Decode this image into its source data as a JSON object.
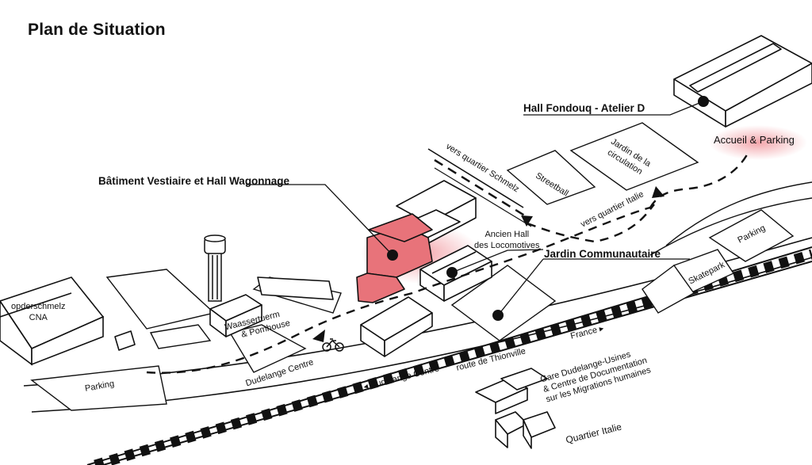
{
  "title": "Plan de Situation",
  "colors": {
    "highlight": "#e8737a",
    "glow": "#f2a0a6",
    "ink": "#111111",
    "background": "#ffffff"
  },
  "labels": {
    "hall_fondouq": "Hall Fondouq - Atelier D",
    "accueil": "Accueil & Parking",
    "vestiaire": "Bâtiment Vestiaire et Hall Wagonnage",
    "ancien_hall_1": "Ancien Hall",
    "ancien_hall_2": "des Locomotives",
    "jardin_communautaire": "Jardin Communautaire",
    "quartier_schmelz": "vers quartier Schmelz",
    "quartier_italie": "vers quartier Italie",
    "streetball": "Streetball",
    "jardin_circulation_1": "Jardin de la",
    "jardin_circulation_2": "circulation",
    "parking_right": "Parking",
    "skatepark": "Skatepark",
    "opderschmelz_1": "opderschmelz",
    "opderschmelz_2": "CNA",
    "waassertuerm_1": "Waassertuerm",
    "waassertuerm_2": "& Pomhouse",
    "parking_left": "Parking",
    "dudelange_centre_path": "Dudelange Centre",
    "dudelange_centre_road": "◂  Dudelange Centre",
    "route_thionville": "route de Thionville",
    "france": "France  ▸",
    "gare_1": "Gare Dudelange-Usines",
    "gare_2": "& Centre de Documentation",
    "gare_3": "sur les Migrations humaines",
    "quartier_italie_bottom": "Quartier Italie"
  },
  "icons": [
    "bicycle-icon",
    "left-arrow-icon",
    "location-dot-icon"
  ]
}
